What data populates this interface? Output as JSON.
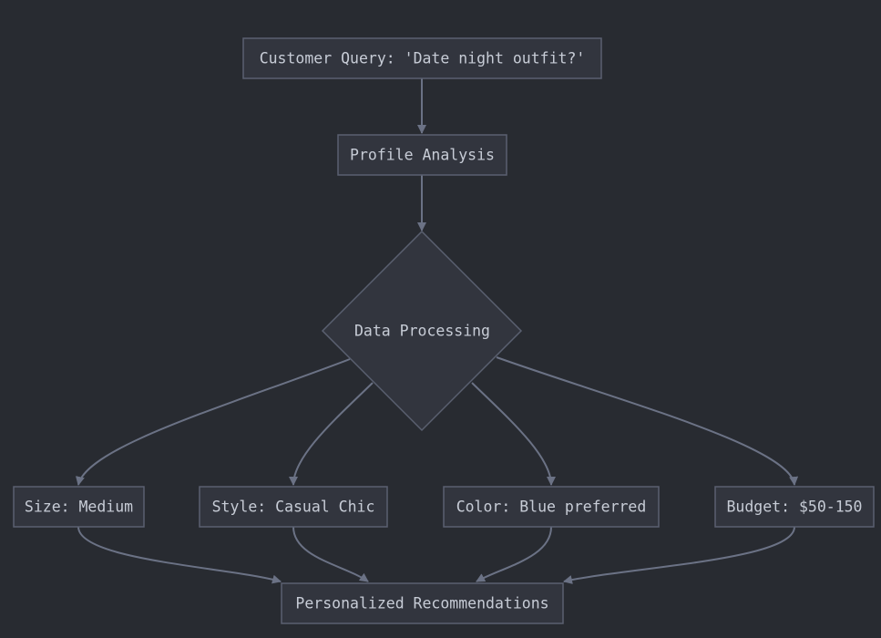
{
  "nodes": {
    "query": "Customer Query: 'Date night outfit?'",
    "profile": "Profile Analysis",
    "processing": "Data Processing",
    "size": "Size: Medium",
    "style": "Style: Casual Chic",
    "color": "Color: Blue preferred",
    "budget": "Budget: $50-150",
    "recommendations": "Personalized Recommendations"
  },
  "colors": {
    "background": "#282b31",
    "node_fill": "#32353e",
    "node_stroke": "#5a6070",
    "edge": "#6b7285",
    "text": "#c7ccd6"
  }
}
